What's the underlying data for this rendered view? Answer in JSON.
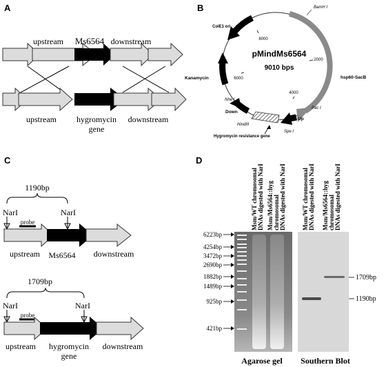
{
  "panels": {
    "A": {
      "letter": "A",
      "top_labels": {
        "upstream": "upstream",
        "gene": "Ms6564",
        "downstream": "downstream"
      },
      "bottom_labels": {
        "upstream": "upstream",
        "gene_line1": "hygromycin",
        "gene_line2": "gene",
        "downstream": "downstream"
      }
    },
    "B": {
      "letter": "B",
      "plasmid_name": "pMindMs6564",
      "plasmid_size": "9010 bps",
      "ticks": [
        "8000",
        "2000",
        "6000",
        "4000"
      ],
      "features": {
        "cole1": "ColE1 ori",
        "bamh1": "BamH I",
        "sacb": "hsp60-SacB",
        "kan": "Kanamycin",
        "nhe1": "Nhe I",
        "down": "Down",
        "hind3": "HindIII",
        "hyg": "Hygromycin resistance gene",
        "spe1": "Spe I",
        "up": "Up",
        "pac1": "Pac I"
      }
    },
    "C": {
      "letter": "C",
      "top": {
        "size": "1190bp",
        "site_left": "NarI",
        "site_right": "NarI",
        "probe": "probe",
        "upstream": "upstream",
        "gene": "Ms6564",
        "downstream": "downstream"
      },
      "bottom": {
        "size": "1709bp",
        "site_left": "NarI",
        "site_right": "NarI",
        "probe": "probe",
        "upstream": "upstream",
        "gene_line1": "hygromycin",
        "gene_line2": "gene",
        "downstream": "downstream"
      }
    },
    "D": {
      "letter": "D",
      "marker_labels": [
        "6223bp",
        "4254bp",
        "3472bp",
        "2690bp",
        "1882bp",
        "1489bp",
        "925bp",
        "421bp"
      ],
      "lanes": {
        "agarose_wt": [
          "Msm/WT chromosomal",
          "DNAs digested  with NarI"
        ],
        "agarose_mut": [
          "Msm/Ms6564::hyg",
          "chromosomal",
          "DNAs digested  with NarI"
        ],
        "southern_wt": [
          "Msm/WT chromosomal",
          "DNAs digested with NarI"
        ],
        "southern_mut": [
          "Msm/Ms6564::hyg",
          "chromosomal",
          "DNAs digested  with NarI"
        ]
      },
      "band_labels": {
        "upper": "1709bp",
        "lower": "1190bp"
      },
      "captions": {
        "gel": "Agarose gel",
        "blot": "Southern Blot"
      }
    }
  },
  "colors": {
    "arrow_gray": "#dcdcdc",
    "arrow_black": "#000000",
    "gel_bg": "#7c7c7c",
    "blot_bg": "#d8d8d8"
  }
}
